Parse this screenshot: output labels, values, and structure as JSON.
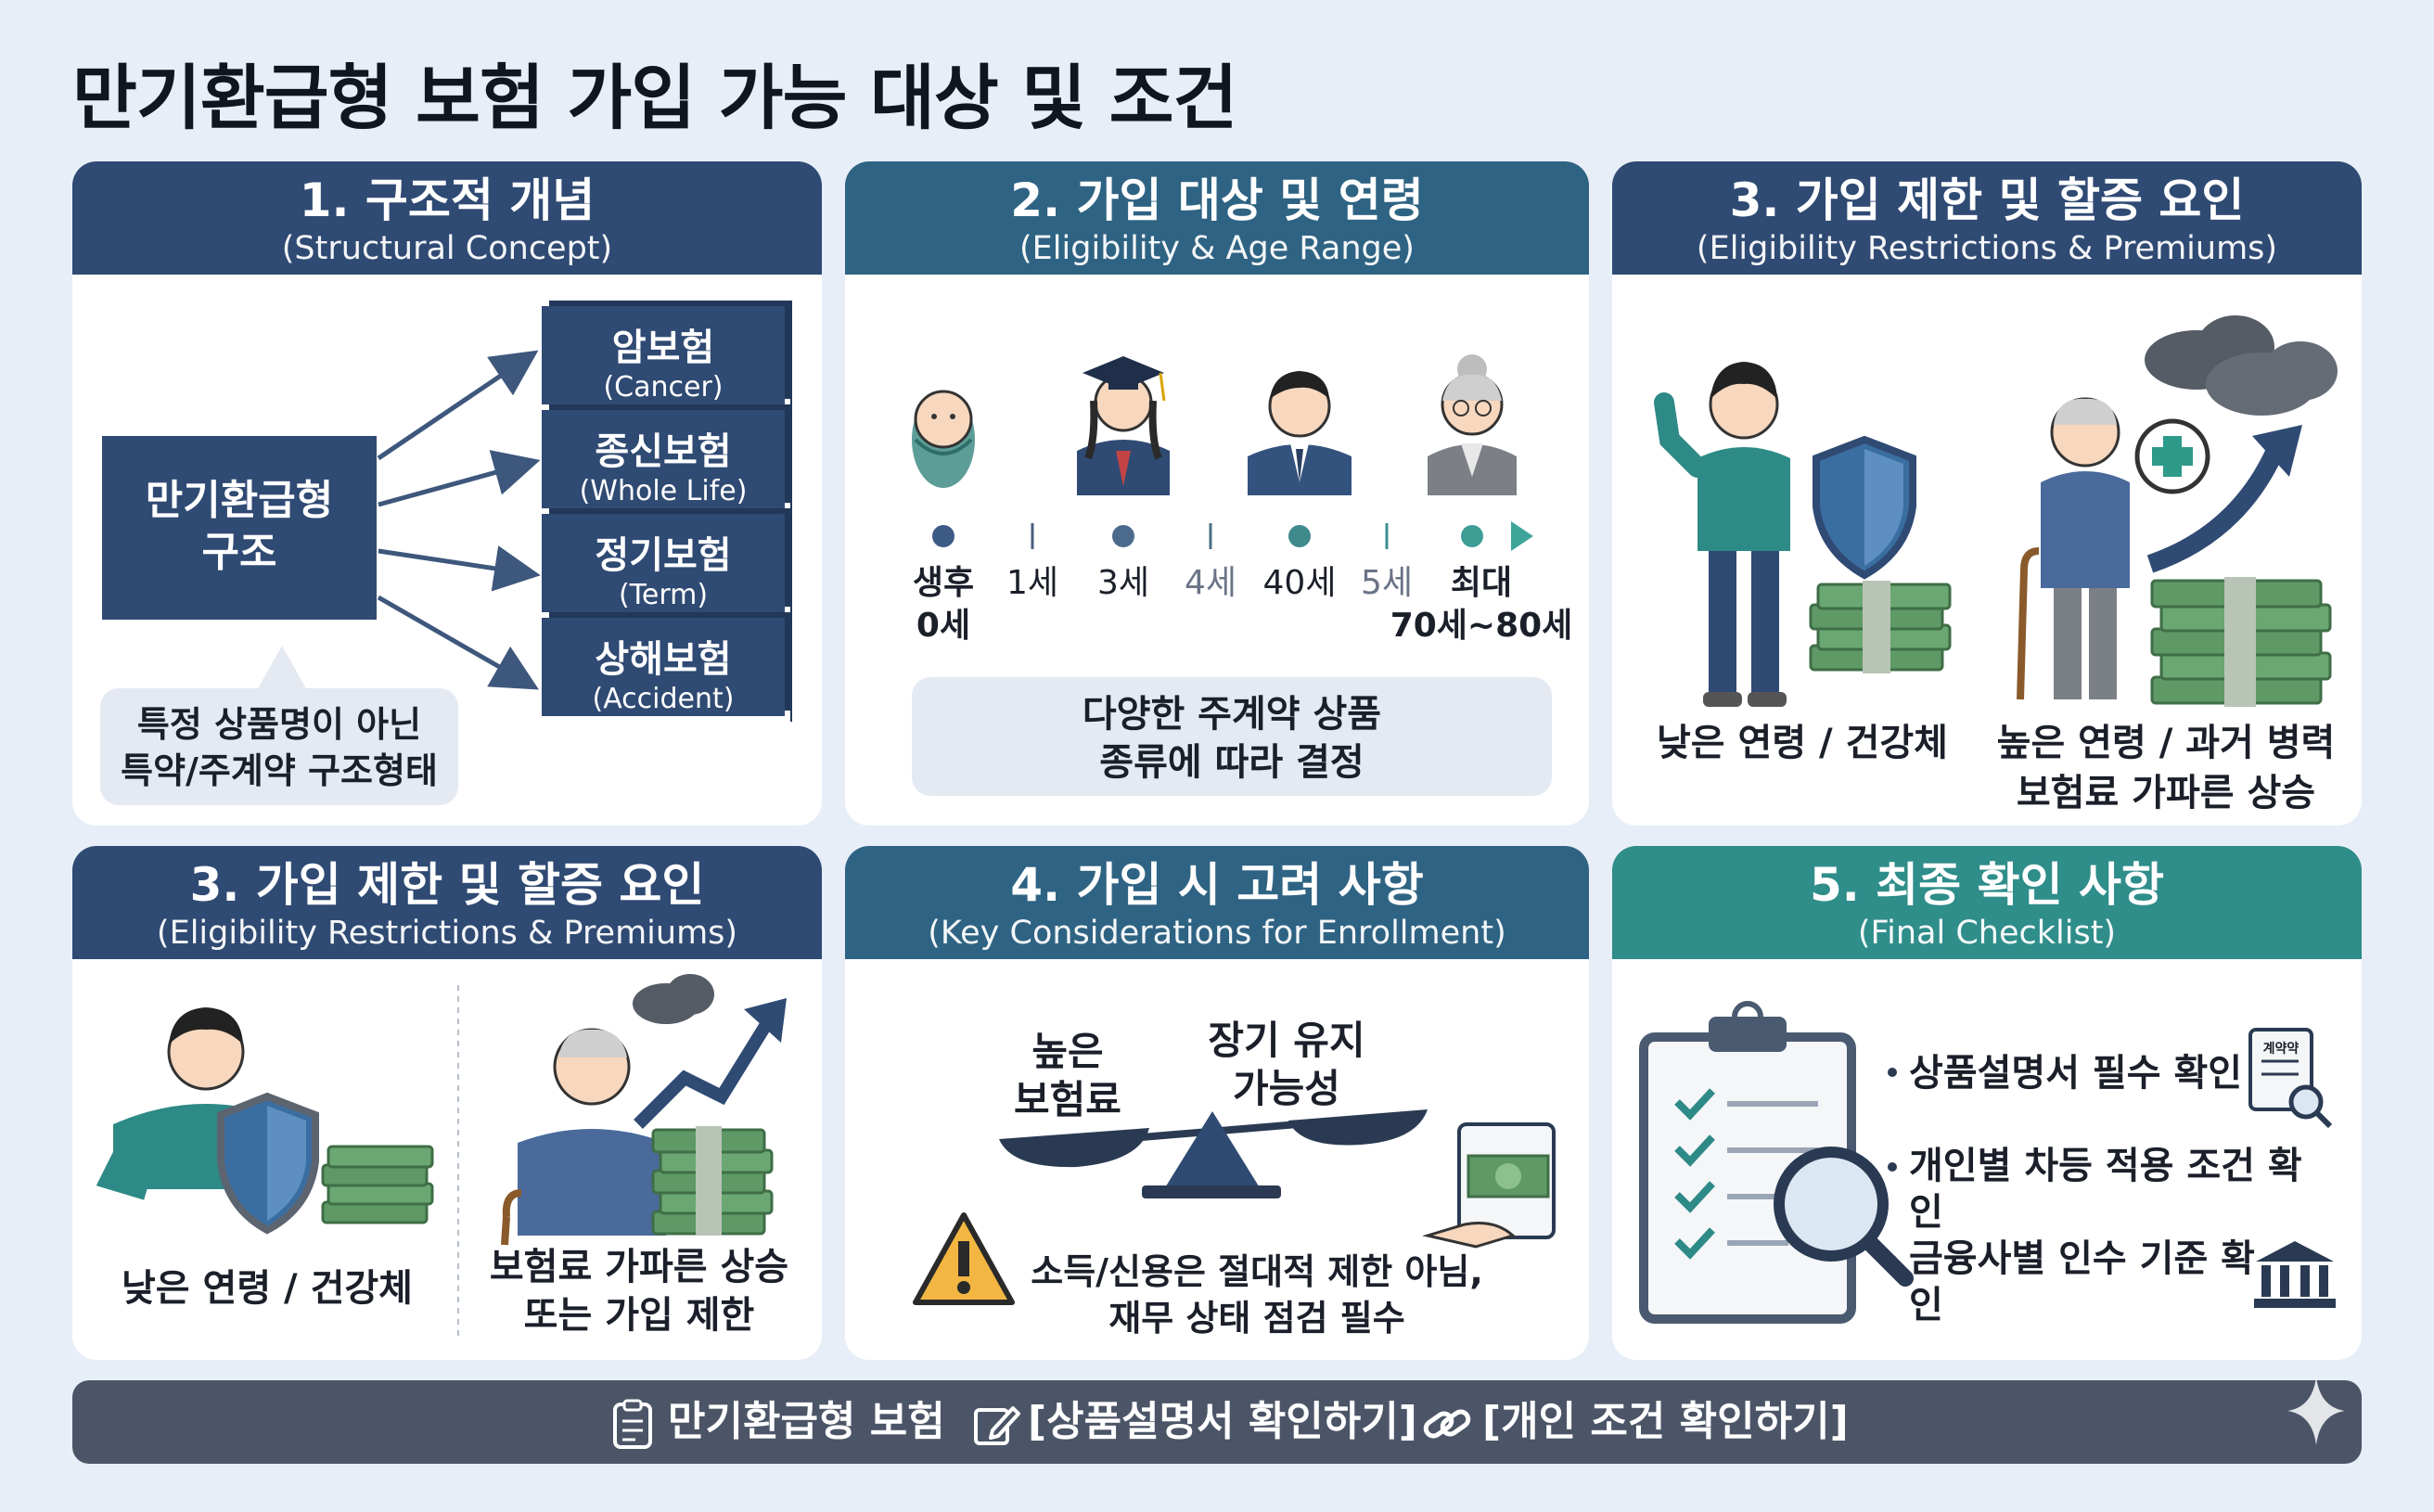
{
  "title": "만기환급형 보험 가입 가능 대상 및 조건",
  "cards": {
    "concept": {
      "title": "1. 구조적 개념",
      "subtitle": "(Structural Concept)",
      "center_line1": "만기환급형",
      "center_line2": "구조",
      "products": [
        {
          "name": "암보험",
          "en": "(Cancer)"
        },
        {
          "name": "종신보험",
          "en": "(Whole Life)"
        },
        {
          "name": "정기보험",
          "en": "(Term)"
        },
        {
          "name": "상해보험",
          "en": "(Accident)"
        }
      ],
      "note_line1": "특정 상품명이 아닌",
      "note_line2": "특약/주계약 구조형태"
    },
    "eligibility": {
      "title": "2. 가입 대상 및 연령",
      "subtitle": "(Eligibility & Age Range)",
      "ticks": [
        {
          "line1": "생후",
          "line2": "0세"
        },
        {
          "line1": "1세",
          "line2": ""
        },
        {
          "line1": "3세",
          "line2": ""
        },
        {
          "line1": "4세",
          "line2": ""
        },
        {
          "line1": "40세",
          "line2": ""
        },
        {
          "line1": "5세",
          "line2": ""
        },
        {
          "line1": "최대",
          "line2": "70세~80세"
        }
      ],
      "note_line1": "다양한 주계약 상품",
      "note_line2": "종류에 따라 결정"
    },
    "restrictions_top": {
      "title": "3. 가입 제한 및 할증 요인",
      "subtitle": "(Eligibility Restrictions & Premiums)",
      "left_label": "낮은 연령 / 건강체",
      "right_line1": "높은 연령 / 과거 병력",
      "right_line2": "보험료 가파른 상승"
    },
    "restrictions_bottom": {
      "title": "3. 가입 제한 및 할증 요인",
      "subtitle": "(Eligibility Restrictions & Premiums)",
      "left_label": "낮은 연령 / 건강체",
      "right_line1": "보험료 가파른 상승",
      "right_line2": "또는 가입 제한"
    },
    "considerations": {
      "title": "4. 가입 시 고려 사항",
      "subtitle": "(Key Considerations for Enrollment)",
      "left_line1": "높은",
      "left_line2": "보험료",
      "right_line1": "장기 유지",
      "right_line2": "가능성",
      "warn_line1": "소득/신용은 절대적 제한 아님,",
      "warn_line2": "재무 상태 점검 필수"
    },
    "checklist": {
      "title": "5. 최종 확인 사항",
      "subtitle": "(Final Checklist)",
      "items": [
        "상품설명서 필수 확인",
        "개인별 차등 적용 조건 확인",
        "금융사별 인수 기준 확인"
      ],
      "doc_label": "계약약"
    }
  },
  "footer": {
    "item1": "만기환급형 보험",
    "item2": "[상품설명서 확인하기]",
    "item3": "[개인 조건 확인하기]"
  },
  "colors": {
    "header_navy": "#2f4a73",
    "header_teal_blue": "#2f6383",
    "header_teal": "#2f8d8a",
    "product_box": "#2f4a73",
    "money_green": "#5f9966"
  },
  "icons": [
    "baby-icon",
    "graduate-icon",
    "businessman-icon",
    "grandma-icon",
    "shield-icon",
    "money-stack-icon",
    "cloud-icon",
    "medical-cross-icon",
    "arrow-up-icon",
    "scale-icon",
    "warning-icon",
    "clipboard-icon",
    "magnifier-icon",
    "contract-icon",
    "bank-icon",
    "document-icon",
    "pencil-icon",
    "link-icon",
    "sparkle-icon"
  ]
}
